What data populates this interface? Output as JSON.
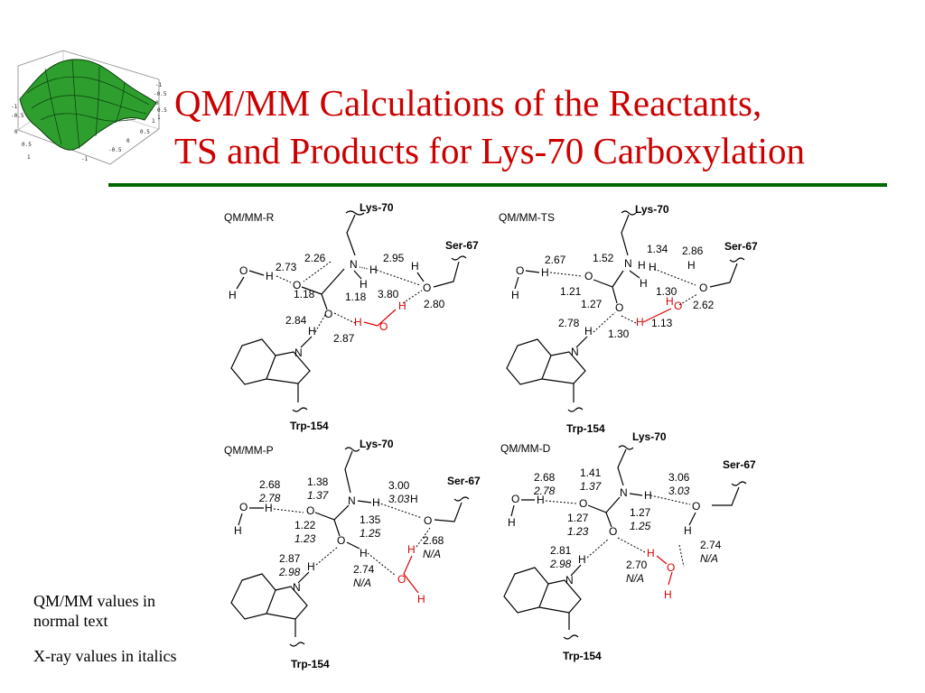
{
  "title": {
    "line1": "QM/MM Calculations of the Reactants,",
    "line2": "TS and Products for Lys-70 Carboxylation"
  },
  "colors": {
    "title": "#cc0000",
    "rule": "#006600",
    "water": "#dd0000",
    "surface": "#2e9e2e"
  },
  "logo": {
    "icon": "3d-surface-plot-icon",
    "tick_labels": [
      "-1",
      "-0.5",
      "0",
      "0.5",
      "1",
      "-1",
      "-0.5",
      "0",
      "0.5",
      "1",
      "-1",
      "-0.5",
      "0",
      "0.5",
      "1"
    ]
  },
  "panels": [
    {
      "label": "QM/MM-R",
      "residues": {
        "lys": "Lys-70",
        "ser": "Ser-67",
        "trp": "Trp-154"
      },
      "atoms": [
        "O",
        "H",
        "H",
        "N",
        "H",
        "H",
        "O",
        "O",
        "O",
        "H",
        "H",
        "O",
        "H",
        "H",
        "N"
      ],
      "distances": [
        "2.26",
        "2.95",
        "2.73",
        "1.18",
        "1.18",
        "3.80",
        "2.80",
        "2.84",
        "2.87"
      ]
    },
    {
      "label": "QM/MM-TS",
      "residues": {
        "lys": "Lys-70",
        "ser": "Ser-67",
        "trp": "Trp-154"
      },
      "atoms": [
        "O",
        "H",
        "H",
        "N",
        "H",
        "H",
        "H",
        "O",
        "O",
        "O",
        "H",
        "O",
        "H",
        "H",
        "N"
      ],
      "distances": [
        "1.34",
        "2.86",
        "2.67",
        "1.52",
        "1.21",
        "1.27",
        "1.30",
        "2.62",
        "1.13",
        "2.78",
        "1.30"
      ]
    },
    {
      "label": "QM/MM-P",
      "residues": {
        "lys": "Lys-70",
        "ser": "Ser-67",
        "trp": "Trp-154"
      },
      "atoms": [
        "O",
        "H",
        "H",
        "N",
        "H",
        "H",
        "O",
        "O",
        "O",
        "H",
        "H",
        "O",
        "H",
        "H",
        "N"
      ],
      "distances": [
        "2.68",
        "1.38",
        "3.00",
        "1.22",
        "1.35",
        "2.68",
        "2.87",
        "2.74"
      ],
      "xray": [
        "2.78",
        "1.37",
        "3.03",
        "1.23",
        "1.25",
        "N/A",
        "2.98",
        "N/A"
      ]
    },
    {
      "label": "QM/MM-D",
      "residues": {
        "lys": "Lys-70",
        "ser": "Ser-67",
        "trp": "Trp-154"
      },
      "atoms": [
        "O",
        "H",
        "H",
        "N",
        "H",
        "O",
        "O",
        "O",
        "H",
        "H",
        "H",
        "O",
        "H",
        "H",
        "N"
      ],
      "distances": [
        "2.68",
        "1.41",
        "3.06",
        "1.27",
        "1.27",
        "2.74",
        "2.81",
        "2.70"
      ],
      "xray": [
        "2.78",
        "1.37",
        "3.03",
        "1.23",
        "1.25",
        "N/A",
        "2.98",
        "N/A"
      ]
    }
  ],
  "notes": {
    "qm": "QM/MM values in normal text",
    "xray": "X-ray values in italics"
  }
}
